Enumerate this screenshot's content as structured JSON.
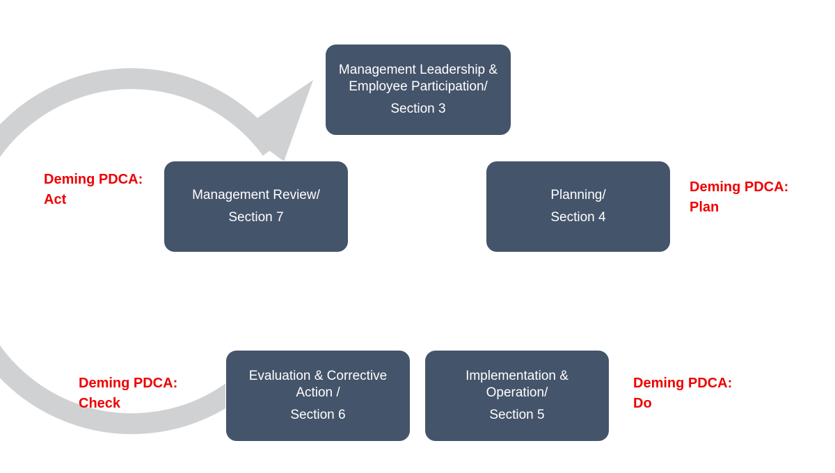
{
  "colors": {
    "box": "#44546a",
    "ring": "#d0d1d3",
    "pdca": "#ee0000"
  },
  "nodes": [
    {
      "line1": "Management Leadership & Employee Participation/",
      "line2": "Section 3"
    },
    {
      "line1": "Planning/",
      "line2": "Section 4"
    },
    {
      "line1": "Implementation & Operation/",
      "line2": "Section 5"
    },
    {
      "line1": "Evaluation & Corrective Action /",
      "line2": "Section 6"
    },
    {
      "line1": "Management Review/",
      "line2": "Section 7"
    }
  ],
  "pdca": {
    "plan": {
      "l1": "Deming PDCA:",
      "l2": "Plan"
    },
    "do": {
      "l1": "Deming PDCA:",
      "l2": "Do"
    },
    "check": {
      "l1": "Deming PDCA:",
      "l2": "Check"
    },
    "act": {
      "l1": "Deming PDCA:",
      "l2": "Act"
    }
  }
}
